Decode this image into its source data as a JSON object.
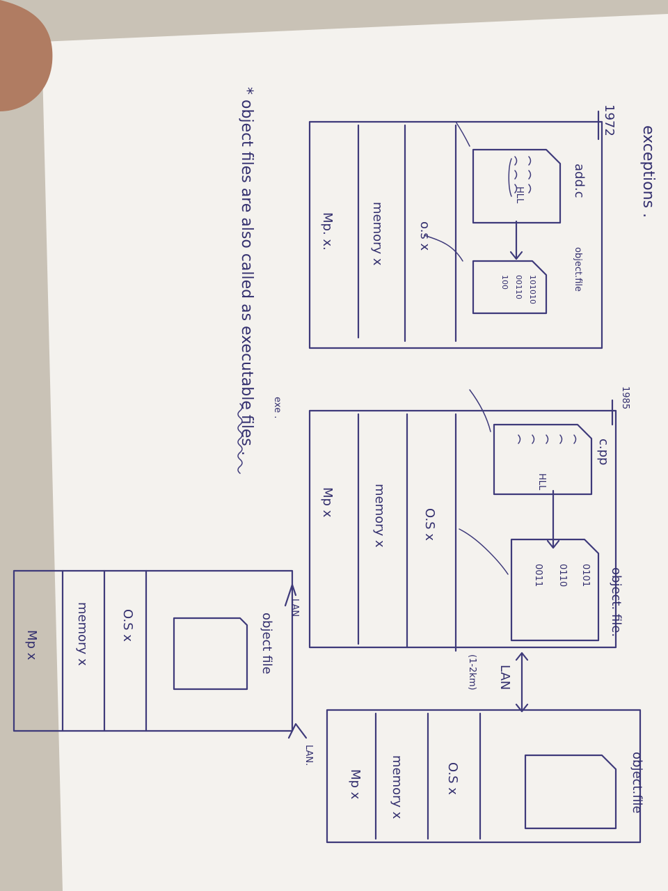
{
  "heading": "exceptions .",
  "footnote": "* object files are also called as executable files .",
  "footnote_annotation": "exe .",
  "section_1972": {
    "year": "1972",
    "source_file": "add.c",
    "hll_label": "HLL",
    "object_file_label": "object.file",
    "binary_lines": [
      "101010",
      "00110",
      "100"
    ],
    "os_label": "o.s x",
    "memory_label": "memory x",
    "mp_label": "Mp. x."
  },
  "section_1985": {
    "year": "1985",
    "source_file": "c.pp",
    "hll_label": "HLL",
    "object_file_label": "object. file.",
    "binary_lines": [
      "0101",
      "0110",
      "0011"
    ],
    "os_label": "O.S x",
    "memory_label": "memory x",
    "mp_label": "Mp x",
    "lan_label": "LAN",
    "lan_distance": "(1-2km)",
    "lan_arrow_label": "LAN"
  },
  "remote_system_1": {
    "object_file_label": "object file",
    "os_label": "O.S x",
    "memory_label": "memory x",
    "mp_label": "Mp x",
    "lan_label": "LAN."
  },
  "remote_system_2": {
    "object_file_label": "object.file",
    "os_label": "O.S x",
    "memory_label": "memory x",
    "mp_label": "Mp x"
  },
  "colors": {
    "ink": "#3e3a7a",
    "paper": "#f4f2ee",
    "table": "#cfc8bc"
  }
}
